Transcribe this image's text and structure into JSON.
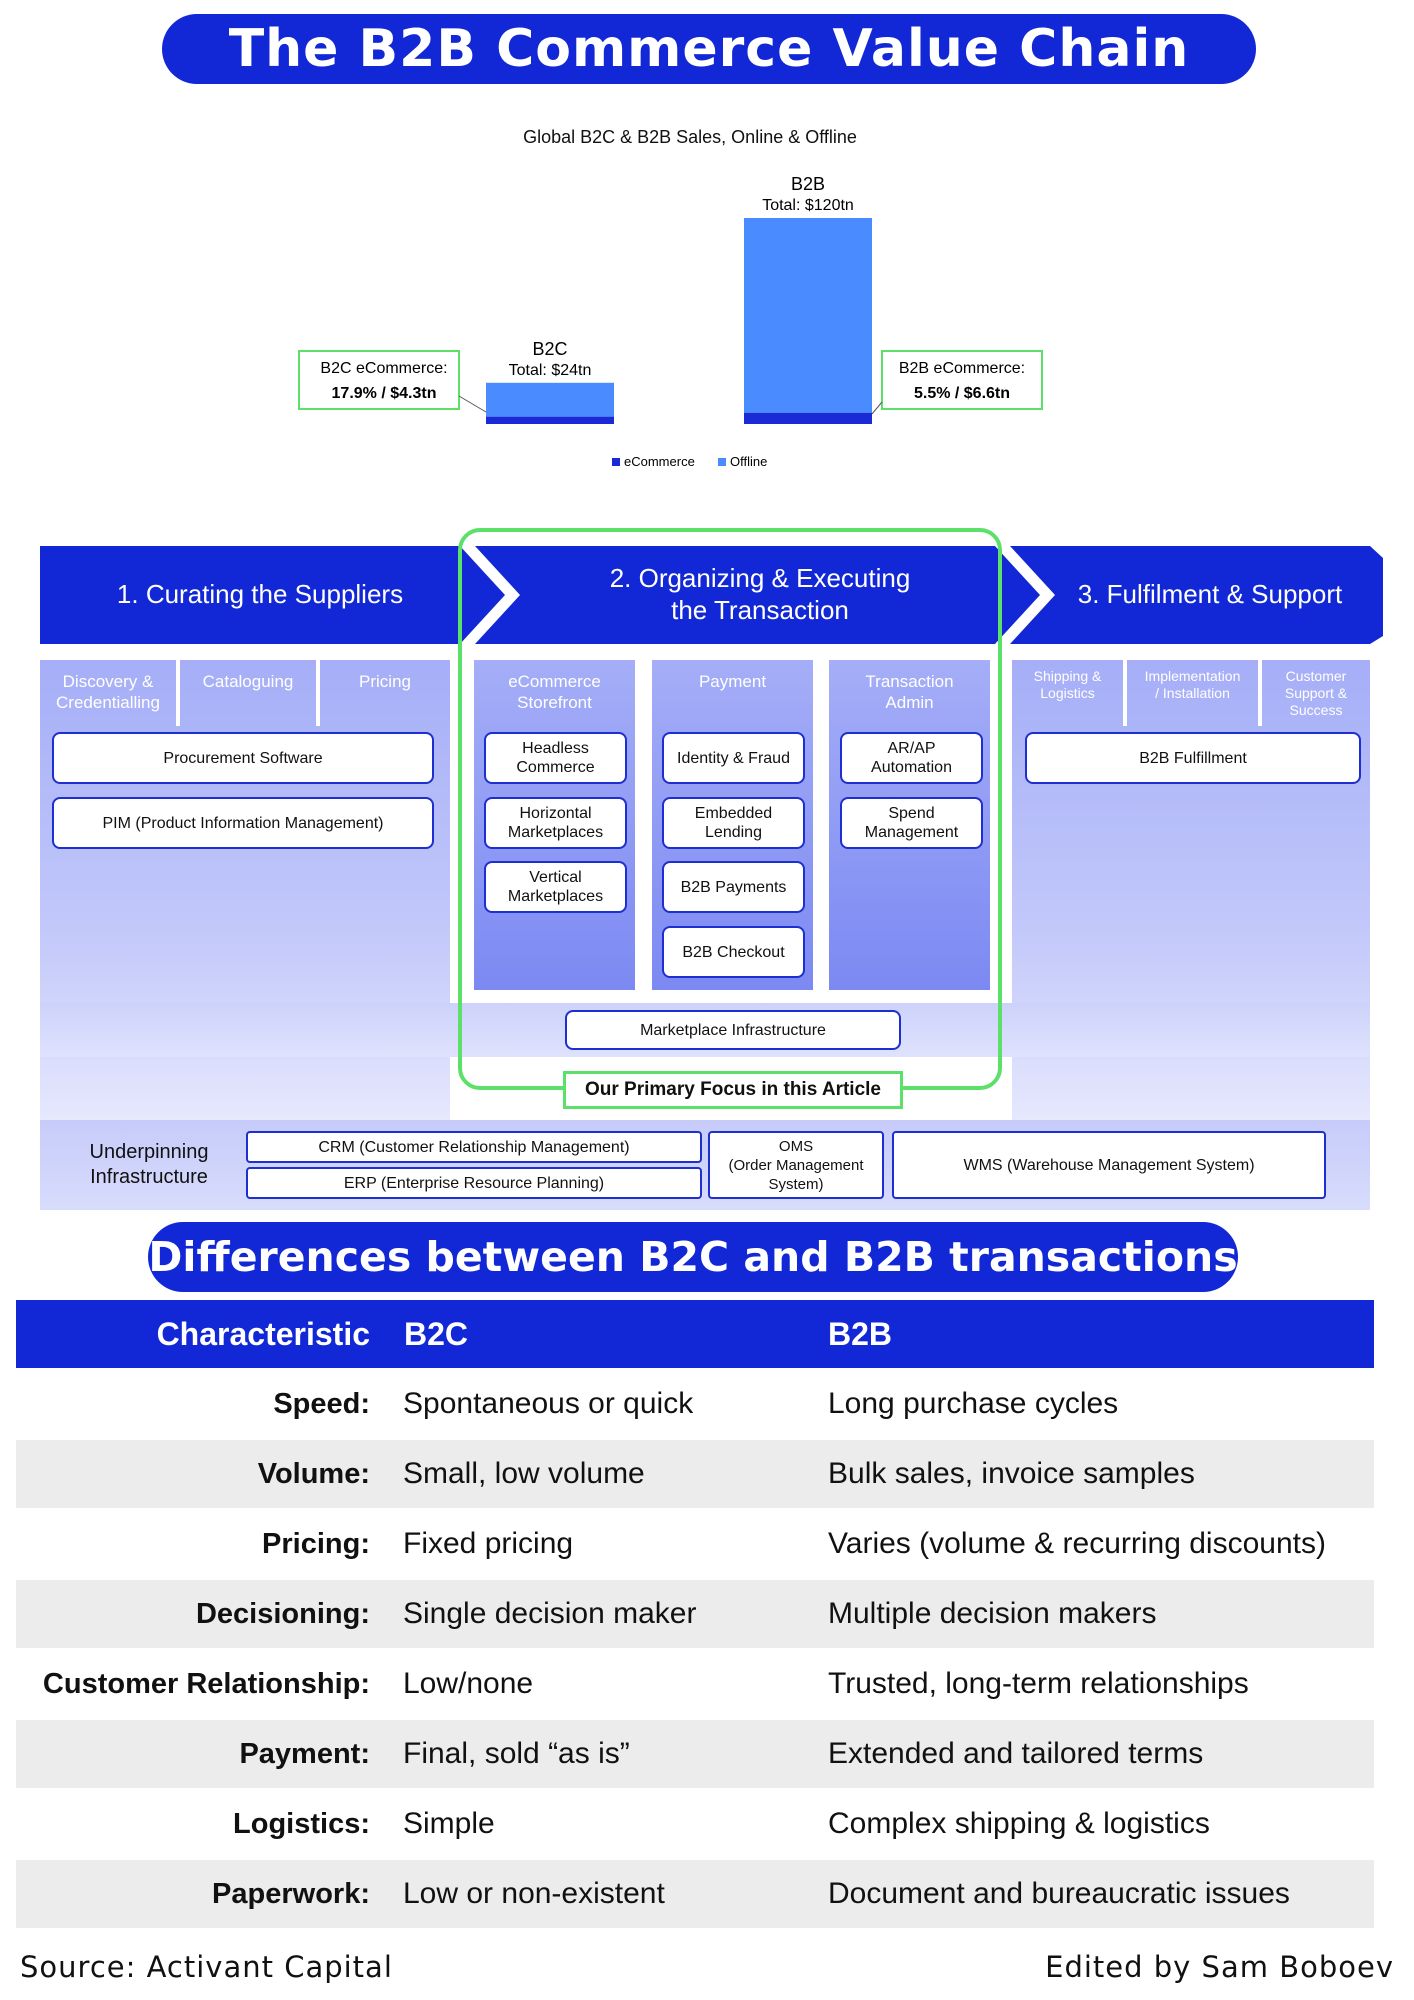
{
  "title": "The B2B Commerce Value Chain",
  "chart_data": {
    "type": "bar",
    "stacked": true,
    "title": "Global B2C & B2B Sales, Online & Offline",
    "categories": [
      "B2C",
      "B2B"
    ],
    "totals_label": [
      "Total: $24tn",
      "Total: $120tn"
    ],
    "series": [
      {
        "name": "eCommerce",
        "values": [
          4.3,
          6.6
        ],
        "color": "#1a2bd6"
      },
      {
        "name": "Offline",
        "values": [
          19.7,
          113.4
        ],
        "color": "#4a8bff"
      }
    ],
    "callouts": [
      {
        "line1": "B2C eCommerce:",
        "line2": "17.9% / $4.3tn"
      },
      {
        "line1": "B2B eCommerce:",
        "line2": "5.5% / $6.6tn"
      }
    ],
    "legend_position": "bottom-center",
    "ylim": [
      0,
      120
    ],
    "grid": false
  },
  "stages": [
    {
      "label": "1. Curating the Suppliers"
    },
    {
      "label_line1": "2. Organizing & Executing",
      "label_line2": "the Transaction"
    },
    {
      "label": "3.  Fulfilment & Support"
    }
  ],
  "columns": {
    "discovery": [
      "Discovery &",
      "Credentialling"
    ],
    "cataloguing": "Cataloguing",
    "pricing": "Pricing",
    "storefront": [
      "eCommerce",
      "Storefront"
    ],
    "payment": "Payment",
    "txn_admin": [
      "Transaction",
      "Admin"
    ],
    "shipping": [
      "Shipping &",
      "Logistics"
    ],
    "implementation": [
      "Implementation",
      "/ Installation"
    ],
    "support": [
      "Customer",
      "Support &",
      "Success"
    ]
  },
  "boxes": {
    "procurement": "Procurement Software",
    "pim": "PIM (Product Information Management)",
    "headless": [
      "Headless",
      "Commerce"
    ],
    "horizontal": [
      "Horizontal",
      "Marketplaces"
    ],
    "vertical": [
      "Vertical",
      "Marketplaces"
    ],
    "identity": "Identity & Fraud",
    "embedded": [
      "Embedded",
      "Lending"
    ],
    "b2b_payments": "B2B Payments",
    "b2b_checkout": "B2B Checkout",
    "arap": [
      "AR/AP",
      "Automation"
    ],
    "spend": [
      "Spend",
      "Management"
    ],
    "fulfillment": "B2B Fulfillment",
    "marketplace_infra": "Marketplace Infrastructure"
  },
  "focus_label": "Our Primary Focus in this Article",
  "infrastructure": {
    "label": [
      "Underpinning",
      "Infrastructure"
    ],
    "crm": "CRM (Customer Relationship Management)",
    "erp": "ERP (Enterprise Resource Planning)",
    "oms": [
      "OMS",
      "(Order Management",
      "System)"
    ],
    "wms": "WMS (Warehouse Management System)"
  },
  "table": {
    "title": "Differences between B2C and B2B transactions",
    "headers": [
      "Characteristic",
      "B2C",
      "B2B"
    ],
    "rows": [
      {
        "key": "Speed:",
        "b2c": "Spontaneous or quick",
        "b2b": "Long purchase cycles"
      },
      {
        "key": "Volume:",
        "b2c": "Small, low volume",
        "b2b": "Bulk sales, invoice samples"
      },
      {
        "key": "Pricing:",
        "b2c": "Fixed pricing",
        "b2b": "Varies (volume & recurring discounts)"
      },
      {
        "key": "Decisioning:",
        "b2c": "Single decision maker",
        "b2b": "Multiple decision makers"
      },
      {
        "key": "Customer Relationship:",
        "b2c": "Low/none",
        "b2b": "Trusted, long-term relationships"
      },
      {
        "key": "Payment:",
        "b2c": "Final, sold “as is”",
        "b2b": "Extended and tailored terms"
      },
      {
        "key": "Logistics:",
        "b2c": "Simple",
        "b2b": "Complex shipping & logistics"
      },
      {
        "key": "Paperwork:",
        "b2c": "Low or non-existent",
        "b2b": "Document and bureaucratic issues"
      }
    ]
  },
  "footer": {
    "source": "Source: Activant Capital",
    "edited": "Edited by Sam Boboev"
  }
}
